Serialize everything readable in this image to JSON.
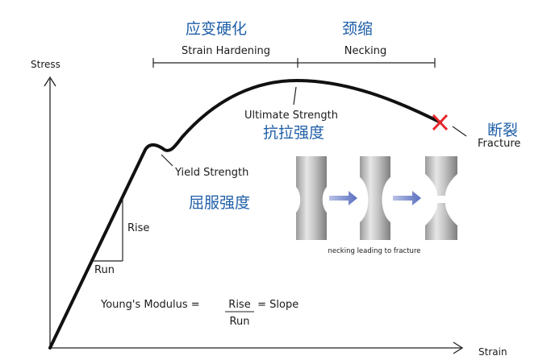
{
  "axes": {
    "y_label": "Stress",
    "x_label": "Strain"
  },
  "regions": {
    "strain_hardening": {
      "label": "Strain Hardening",
      "label_cn": "应变硬化"
    },
    "necking": {
      "label": "Necking",
      "label_cn": "颈缩"
    }
  },
  "points": {
    "ultimate": {
      "label": "Ultimate Strength",
      "label_cn": "抗拉强度"
    },
    "yield": {
      "label": "Yield Strength",
      "label_cn": "屈服强度"
    },
    "fracture": {
      "label": "Fracture",
      "label_cn": "断裂"
    }
  },
  "slope": {
    "rise": "Rise",
    "run": "Run",
    "formula_prefix": "Young's Modulus = ",
    "formula_num": "Rise",
    "formula_den": "Run",
    "formula_suffix": " = Slope"
  },
  "necking_figure": {
    "caption": "necking leading to fracture"
  },
  "colors": {
    "curve": "#111111",
    "cn_text": "#1f5fa8",
    "fracture_mark": "#e8262b",
    "arrow": "#6a7fc4"
  }
}
